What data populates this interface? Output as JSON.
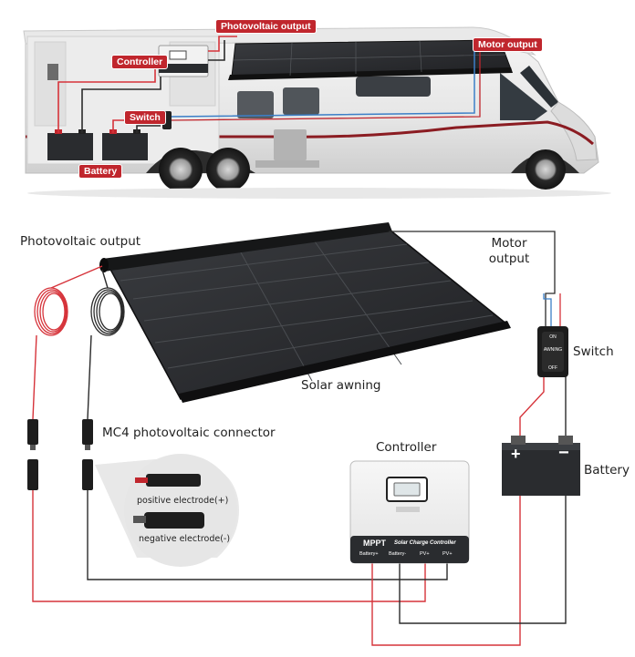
{
  "top_callouts": {
    "photovoltaic_output": "Photovoltaic output",
    "motor_output": "Motor output",
    "controller": "Controller",
    "switch": "Switch",
    "battery": "Battery"
  },
  "diagram_labels": {
    "photovoltaic_output": "Photovoltaic output",
    "motor_output_line1": "Motor",
    "motor_output_line2": "output",
    "switch": "Switch",
    "solar_awning": "Solar awning",
    "mc4_connector": "MC4 photovoltaic connector",
    "controller": "Controller",
    "battery": "Battery",
    "positive_electrode": "positive electrode(+)",
    "negative_electrode": "negative electrode(-)"
  },
  "controller_panel": {
    "brand": "MPPT",
    "title": "Solar Charge Controller",
    "terminals": [
      "Battery+",
      "Battery-",
      "PV+",
      "PV+"
    ]
  },
  "switch_panel": {
    "top": "ON",
    "middle": "AWNING",
    "bottom": "OFF"
  },
  "battery_symbols": {
    "plus": "+",
    "minus": "−"
  },
  "colors": {
    "callout_red": "#c0262d",
    "wire_red": "#d6333a",
    "wire_dark": "#2b2b2b",
    "wire_blue": "#3c7fc7",
    "panel": "#2a2c2f"
  }
}
